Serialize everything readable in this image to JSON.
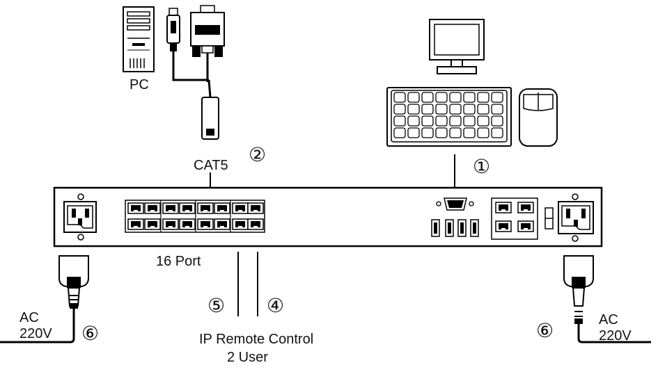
{
  "labels": {
    "pc": "PC",
    "cat5": "CAT5",
    "ports": "16 Port",
    "ip_remote_line1": "IP Remote Control",
    "ip_remote_line2": "2 User",
    "ac_left_line1": "AC",
    "ac_left_line2": "220V",
    "ac_right_line1": "AC",
    "ac_right_line2": "220V"
  },
  "callouts": {
    "console": "①",
    "cat5": "②",
    "ip_user_b": "④",
    "ip_user_a": "⑤",
    "power_left": "⑥",
    "power_right": "⑥"
  },
  "icons": [
    "computer-tower-icon",
    "ps2-plug-icon",
    "vga-plug-icon",
    "cat5-adapter-icon",
    "monitor-icon",
    "keyboard-icon",
    "mouse-icon",
    "kvm-switch-icon",
    "power-socket-icon",
    "power-plug-icon",
    "rj45-port-icon",
    "usb-port-icon",
    "vga-port-icon",
    "power-switch-icon"
  ],
  "colors": {
    "line": "#000000",
    "background": "#ffffff"
  }
}
